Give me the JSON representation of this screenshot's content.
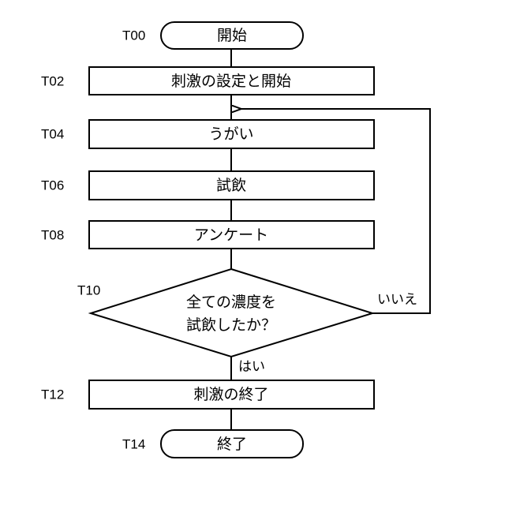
{
  "flowchart": {
    "steps": {
      "t00": {
        "id": "T00",
        "label": "開始"
      },
      "t02": {
        "id": "T02",
        "label": "刺激の設定と開始"
      },
      "t04": {
        "id": "T04",
        "label": "うがい"
      },
      "t06": {
        "id": "T06",
        "label": "試飲"
      },
      "t08": {
        "id": "T08",
        "label": "アンケート"
      },
      "t10": {
        "id": "T10",
        "line1": "全ての濃度を",
        "line2": "試飲したか？"
      },
      "t12": {
        "id": "T12",
        "label": "刺激の終了"
      },
      "t14": {
        "id": "T14",
        "label": "終了"
      }
    },
    "branches": {
      "yes": "はい",
      "no": "いいえ"
    }
  }
}
